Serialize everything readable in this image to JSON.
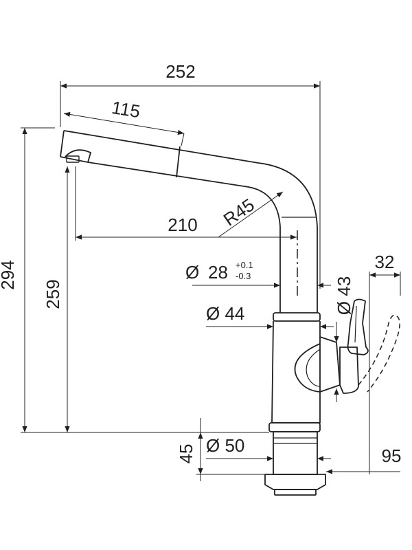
{
  "drawing": {
    "dimensions": {
      "total_length": "252",
      "spout_pull_out": "115",
      "height_total": "294",
      "height_outlet": "259",
      "spout_reach": "210",
      "radius": "R45",
      "pipe_diameter_prefix": "Ø",
      "pipe_diameter": "28",
      "tolerance_upper": "+0.1",
      "tolerance_lower": "-0.3",
      "body_diameter": "Ø 44",
      "handle_diameter": "Ø 43",
      "handle_width": "32",
      "base_diameter": "Ø 50",
      "base_height": "45",
      "handle_clearance": "95"
    },
    "colors": {
      "line": "#231f20",
      "background": "#ffffff"
    }
  }
}
